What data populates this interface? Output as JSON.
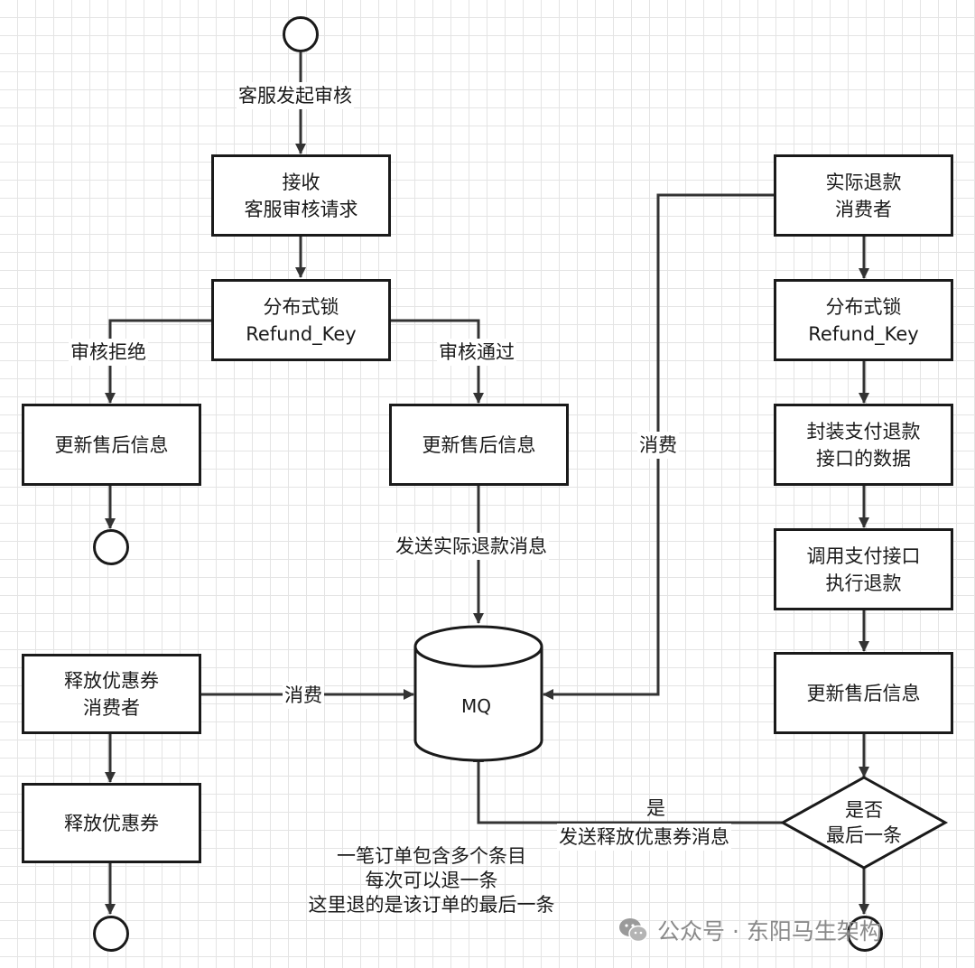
{
  "nodes": {
    "receive_request": [
      "接收",
      "客服审核请求"
    ],
    "lock_left": [
      "分布式锁",
      "Refund_Key"
    ],
    "update_rejected": [
      "更新售后信息"
    ],
    "update_approved": [
      "更新售后信息"
    ],
    "coupon_consumer": [
      "释放优惠券",
      "消费者"
    ],
    "release_coupon": [
      "释放优惠券"
    ],
    "refund_consumer": [
      "实际退款",
      "消费者"
    ],
    "lock_right": [
      "分布式锁",
      "Refund_Key"
    ],
    "wrap_payment_data": [
      "封装支付退款",
      "接口的数据"
    ],
    "call_payment_api": [
      "调用支付接口",
      "执行退款"
    ],
    "update_after_refund": [
      "更新售后信息"
    ],
    "is_last_item": [
      "是否",
      "最后一条"
    ],
    "mq": "MQ"
  },
  "edges": {
    "start_label": "客服发起审核",
    "reject_label": "审核拒绝",
    "approve_label": "审核通过",
    "send_refund_msg": "发送实际退款消息",
    "consume_left": "消费",
    "consume_right": "消费",
    "yes_line1": "是",
    "yes_line2": "发送释放优惠券消息"
  },
  "note": [
    "一笔订单包含多个条目",
    "每次可以退一条",
    "这里退的是该订单的最后一条"
  ],
  "watermark": {
    "icon": "wechat-icon",
    "text": "公众号 · 东阳马生架构"
  }
}
